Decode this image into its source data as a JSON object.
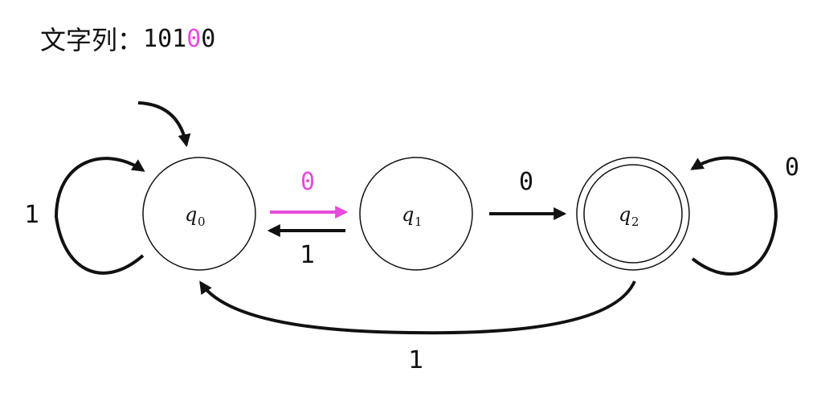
{
  "header": {
    "prefix": "文字列：",
    "string_before": "101",
    "string_current": "0",
    "string_after": "0"
  },
  "colors": {
    "highlight": "#e64bdc",
    "ink": "#111111"
  },
  "states": [
    {
      "id": "q0",
      "symbol": "q",
      "subscript": "0",
      "accepting": false,
      "initial": true
    },
    {
      "id": "q1",
      "symbol": "q",
      "subscript": "1",
      "accepting": false,
      "initial": false
    },
    {
      "id": "q2",
      "symbol": "q",
      "subscript": "2",
      "accepting": true,
      "initial": false
    }
  ],
  "transitions": [
    {
      "id": "q0-q0",
      "from": "q0",
      "to": "q0",
      "label": "1",
      "active": false
    },
    {
      "id": "q0-q1",
      "from": "q0",
      "to": "q1",
      "label": "0",
      "active": true
    },
    {
      "id": "q1-q0",
      "from": "q1",
      "to": "q0",
      "label": "1",
      "active": false
    },
    {
      "id": "q1-q2",
      "from": "q1",
      "to": "q2",
      "label": "0",
      "active": false
    },
    {
      "id": "q2-q2",
      "from": "q2",
      "to": "q2",
      "label": "0",
      "active": false
    },
    {
      "id": "q2-q0",
      "from": "q2",
      "to": "q0",
      "label": "1",
      "active": false
    }
  ]
}
